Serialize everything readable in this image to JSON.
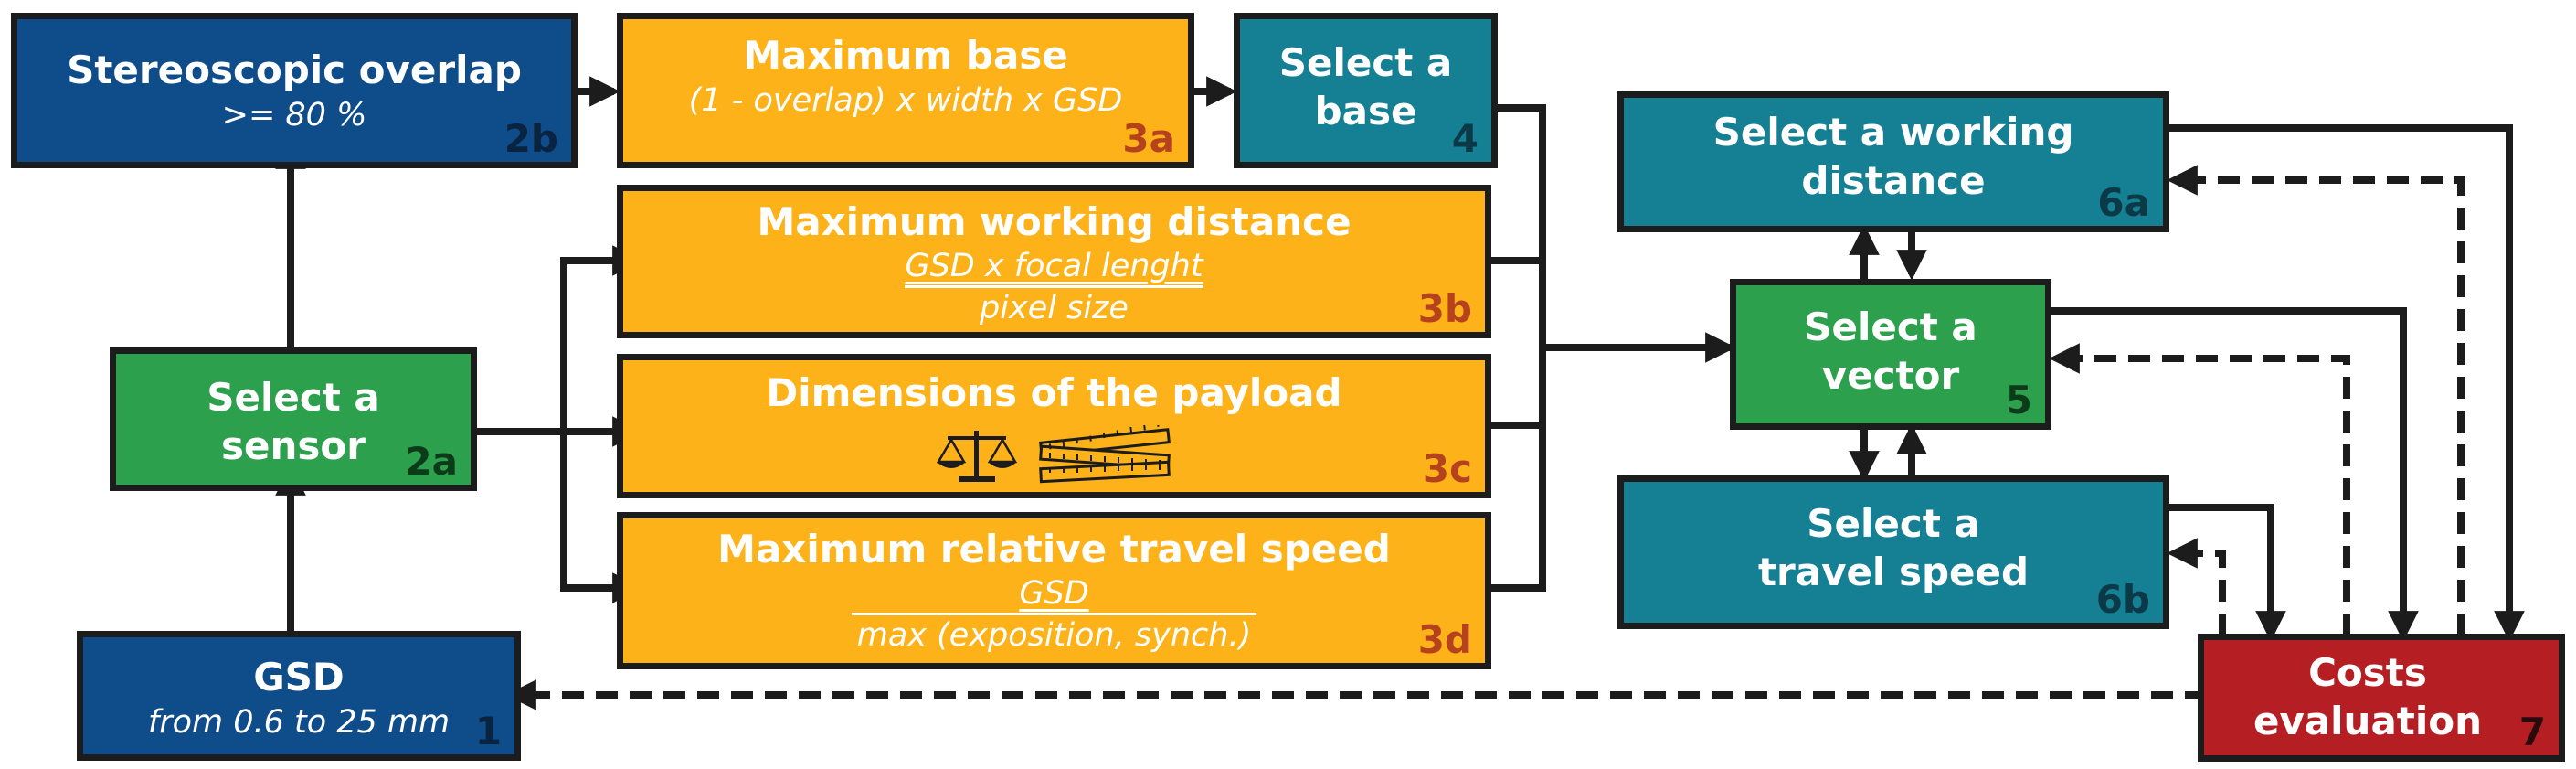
{
  "nodes": {
    "gsd": {
      "title": "GSD",
      "subtitle": "from 0.6 to 25 mm",
      "number": "1"
    },
    "sensor": {
      "title": "Select a sensor",
      "number": "2a"
    },
    "overlap": {
      "title": "Stereoscopic overlap",
      "subtitle": ">= 80 %",
      "number": "2b"
    },
    "max_base": {
      "title": "Maximum base",
      "subtitle": "(1 - overlap) x width x GSD",
      "number": "3a"
    },
    "max_working_distance": {
      "title": "Maximum working distance",
      "numerator": "GSD x focal lenght",
      "denominator": "pixel size",
      "number": "3b"
    },
    "payload": {
      "title": "Dimensions of the payload",
      "number": "3c"
    },
    "max_speed": {
      "title": "Maximum relative travel speed",
      "numerator": "GSD",
      "denominator": "max (exposition, synch.)",
      "number": "3d"
    },
    "select_base": {
      "title": "Select a base",
      "number": "4"
    },
    "vector": {
      "title": "Select a vector",
      "number": "5"
    },
    "working_distance": {
      "title": "Select a working distance",
      "number": "6a"
    },
    "travel_speed": {
      "title": "Select a travel speed",
      "number": "6b"
    },
    "costs": {
      "title": "Costs evaluation",
      "number": "7"
    }
  },
  "icons": [
    "balance-scale-icon",
    "measuring-tape-icon"
  ],
  "colors": {
    "navy": "#0f4c8a",
    "teal": "#157f94",
    "green": "#2ca04c",
    "orange": "#fdb219",
    "red": "#b51f23",
    "lines": "#1c1c1c"
  }
}
